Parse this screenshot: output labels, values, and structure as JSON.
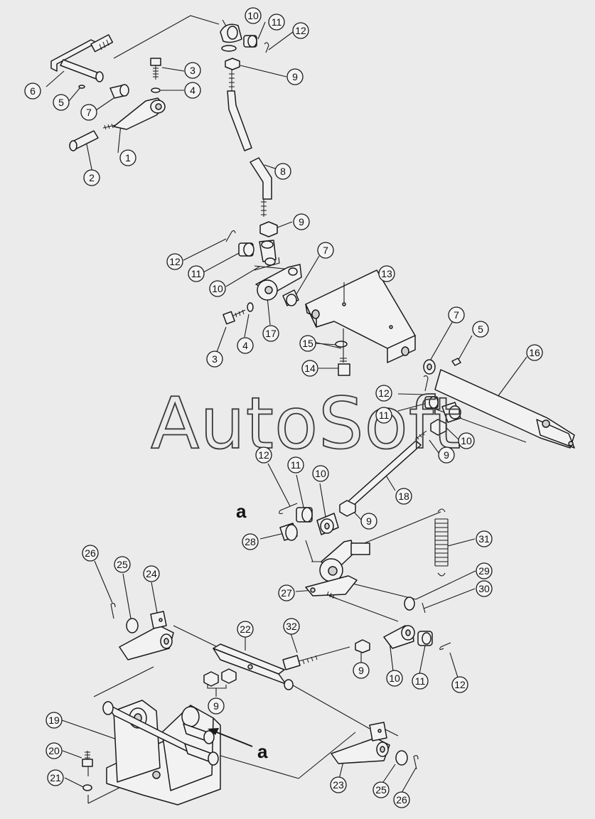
{
  "watermark": "AutoSoft",
  "annotation_letter": "a",
  "callouts": [
    {
      "id": "c10a",
      "label": "10"
    },
    {
      "id": "c11a",
      "label": "11"
    },
    {
      "id": "c12a",
      "label": "12"
    },
    {
      "id": "c3a",
      "label": "3"
    },
    {
      "id": "c4a",
      "label": "4"
    },
    {
      "id": "c9a",
      "label": "9"
    },
    {
      "id": "c6",
      "label": "6"
    },
    {
      "id": "c5a",
      "label": "5"
    },
    {
      "id": "c7a",
      "label": "7"
    },
    {
      "id": "c1",
      "label": "1"
    },
    {
      "id": "c2",
      "label": "2"
    },
    {
      "id": "c8",
      "label": "8"
    },
    {
      "id": "c9b",
      "label": "9"
    },
    {
      "id": "c12b",
      "label": "12"
    },
    {
      "id": "c11b",
      "label": "11"
    },
    {
      "id": "c10b",
      "label": "10"
    },
    {
      "id": "c7b",
      "label": "7"
    },
    {
      "id": "c13",
      "label": "13"
    },
    {
      "id": "c17",
      "label": "17"
    },
    {
      "id": "c4b",
      "label": "4"
    },
    {
      "id": "c3b",
      "label": "3"
    },
    {
      "id": "c15",
      "label": "15"
    },
    {
      "id": "c14",
      "label": "14"
    },
    {
      "id": "c7c",
      "label": "7"
    },
    {
      "id": "c5b",
      "label": "5"
    },
    {
      "id": "c16",
      "label": "16"
    },
    {
      "id": "c12c",
      "label": "12"
    },
    {
      "id": "c11c",
      "label": "11"
    },
    {
      "id": "c10c",
      "label": "10"
    },
    {
      "id": "c9c",
      "label": "9"
    },
    {
      "id": "c18",
      "label": "18"
    },
    {
      "id": "c12d",
      "label": "12"
    },
    {
      "id": "c11d",
      "label": "11"
    },
    {
      "id": "c10d",
      "label": "10"
    },
    {
      "id": "c9d",
      "label": "9"
    },
    {
      "id": "c28",
      "label": "28"
    },
    {
      "id": "c31",
      "label": "31"
    },
    {
      "id": "c29",
      "label": "29"
    },
    {
      "id": "c30",
      "label": "30"
    },
    {
      "id": "c27",
      "label": "27"
    },
    {
      "id": "c26a",
      "label": "26"
    },
    {
      "id": "c25a",
      "label": "25"
    },
    {
      "id": "c24",
      "label": "24"
    },
    {
      "id": "c22",
      "label": "22"
    },
    {
      "id": "c32",
      "label": "32"
    },
    {
      "id": "c9e",
      "label": "9"
    },
    {
      "id": "c10e",
      "label": "10"
    },
    {
      "id": "c11e",
      "label": "11"
    },
    {
      "id": "c12e",
      "label": "12"
    },
    {
      "id": "c9f",
      "label": "9"
    },
    {
      "id": "c19",
      "label": "19"
    },
    {
      "id": "c20",
      "label": "20"
    },
    {
      "id": "c21",
      "label": "21"
    },
    {
      "id": "c23",
      "label": "23"
    },
    {
      "id": "c25b",
      "label": "25"
    },
    {
      "id": "c26b",
      "label": "26"
    }
  ]
}
